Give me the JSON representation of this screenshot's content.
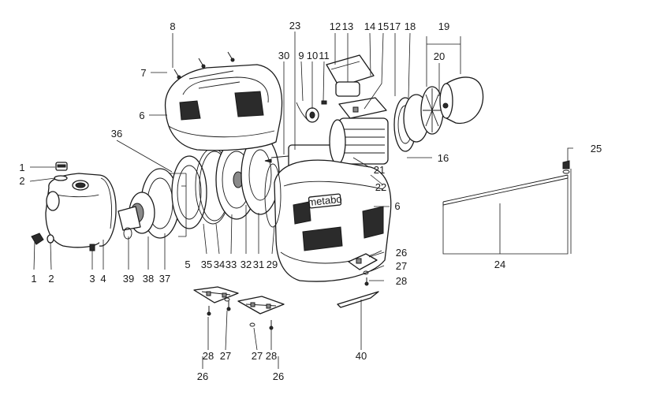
{
  "callouts": [
    {
      "key": "c1a",
      "label": "1"
    },
    {
      "key": "c2a",
      "label": "2"
    },
    {
      "key": "c1b",
      "label": "1"
    },
    {
      "key": "c2b",
      "label": "2"
    },
    {
      "key": "c3",
      "label": "3"
    },
    {
      "key": "c4",
      "label": "4"
    },
    {
      "key": "c5",
      "label": "5"
    },
    {
      "key": "c6a",
      "label": "6"
    },
    {
      "key": "c6b",
      "label": "6"
    },
    {
      "key": "c7",
      "label": "7"
    },
    {
      "key": "c8",
      "label": "8"
    },
    {
      "key": "c9",
      "label": "9"
    },
    {
      "key": "c10",
      "label": "10"
    },
    {
      "key": "c11",
      "label": "11"
    },
    {
      "key": "c12",
      "label": "12"
    },
    {
      "key": "c13",
      "label": "13"
    },
    {
      "key": "c14",
      "label": "14"
    },
    {
      "key": "c15",
      "label": "15"
    },
    {
      "key": "c16",
      "label": "16"
    },
    {
      "key": "c17",
      "label": "17"
    },
    {
      "key": "c18",
      "label": "18"
    },
    {
      "key": "c19",
      "label": "19"
    },
    {
      "key": "c20",
      "label": "20"
    },
    {
      "key": "c21",
      "label": "21"
    },
    {
      "key": "c22",
      "label": "22"
    },
    {
      "key": "c23",
      "label": "23"
    },
    {
      "key": "c24",
      "label": "24"
    },
    {
      "key": "c25",
      "label": "25"
    },
    {
      "key": "c26a",
      "label": "26"
    },
    {
      "key": "c26b",
      "label": "26"
    },
    {
      "key": "c26c",
      "label": "26"
    },
    {
      "key": "c27a",
      "label": "27"
    },
    {
      "key": "c27b",
      "label": "27"
    },
    {
      "key": "c27c",
      "label": "27"
    },
    {
      "key": "c28a",
      "label": "28"
    },
    {
      "key": "c28b",
      "label": "28"
    },
    {
      "key": "c28c",
      "label": "28"
    },
    {
      "key": "c29",
      "label": "29"
    },
    {
      "key": "c30",
      "label": "30"
    },
    {
      "key": "c31",
      "label": "31"
    },
    {
      "key": "c32",
      "label": "32"
    },
    {
      "key": "c33",
      "label": "33"
    },
    {
      "key": "c34",
      "label": "34"
    },
    {
      "key": "c35",
      "label": "35"
    },
    {
      "key": "c36",
      "label": "36"
    },
    {
      "key": "c37",
      "label": "37"
    },
    {
      "key": "c38",
      "label": "38"
    },
    {
      "key": "c39",
      "label": "39"
    },
    {
      "key": "c40",
      "label": "40"
    }
  ],
  "brand_label": "metabo",
  "line_color": "#1a1a1a",
  "background_color": "#ffffff"
}
